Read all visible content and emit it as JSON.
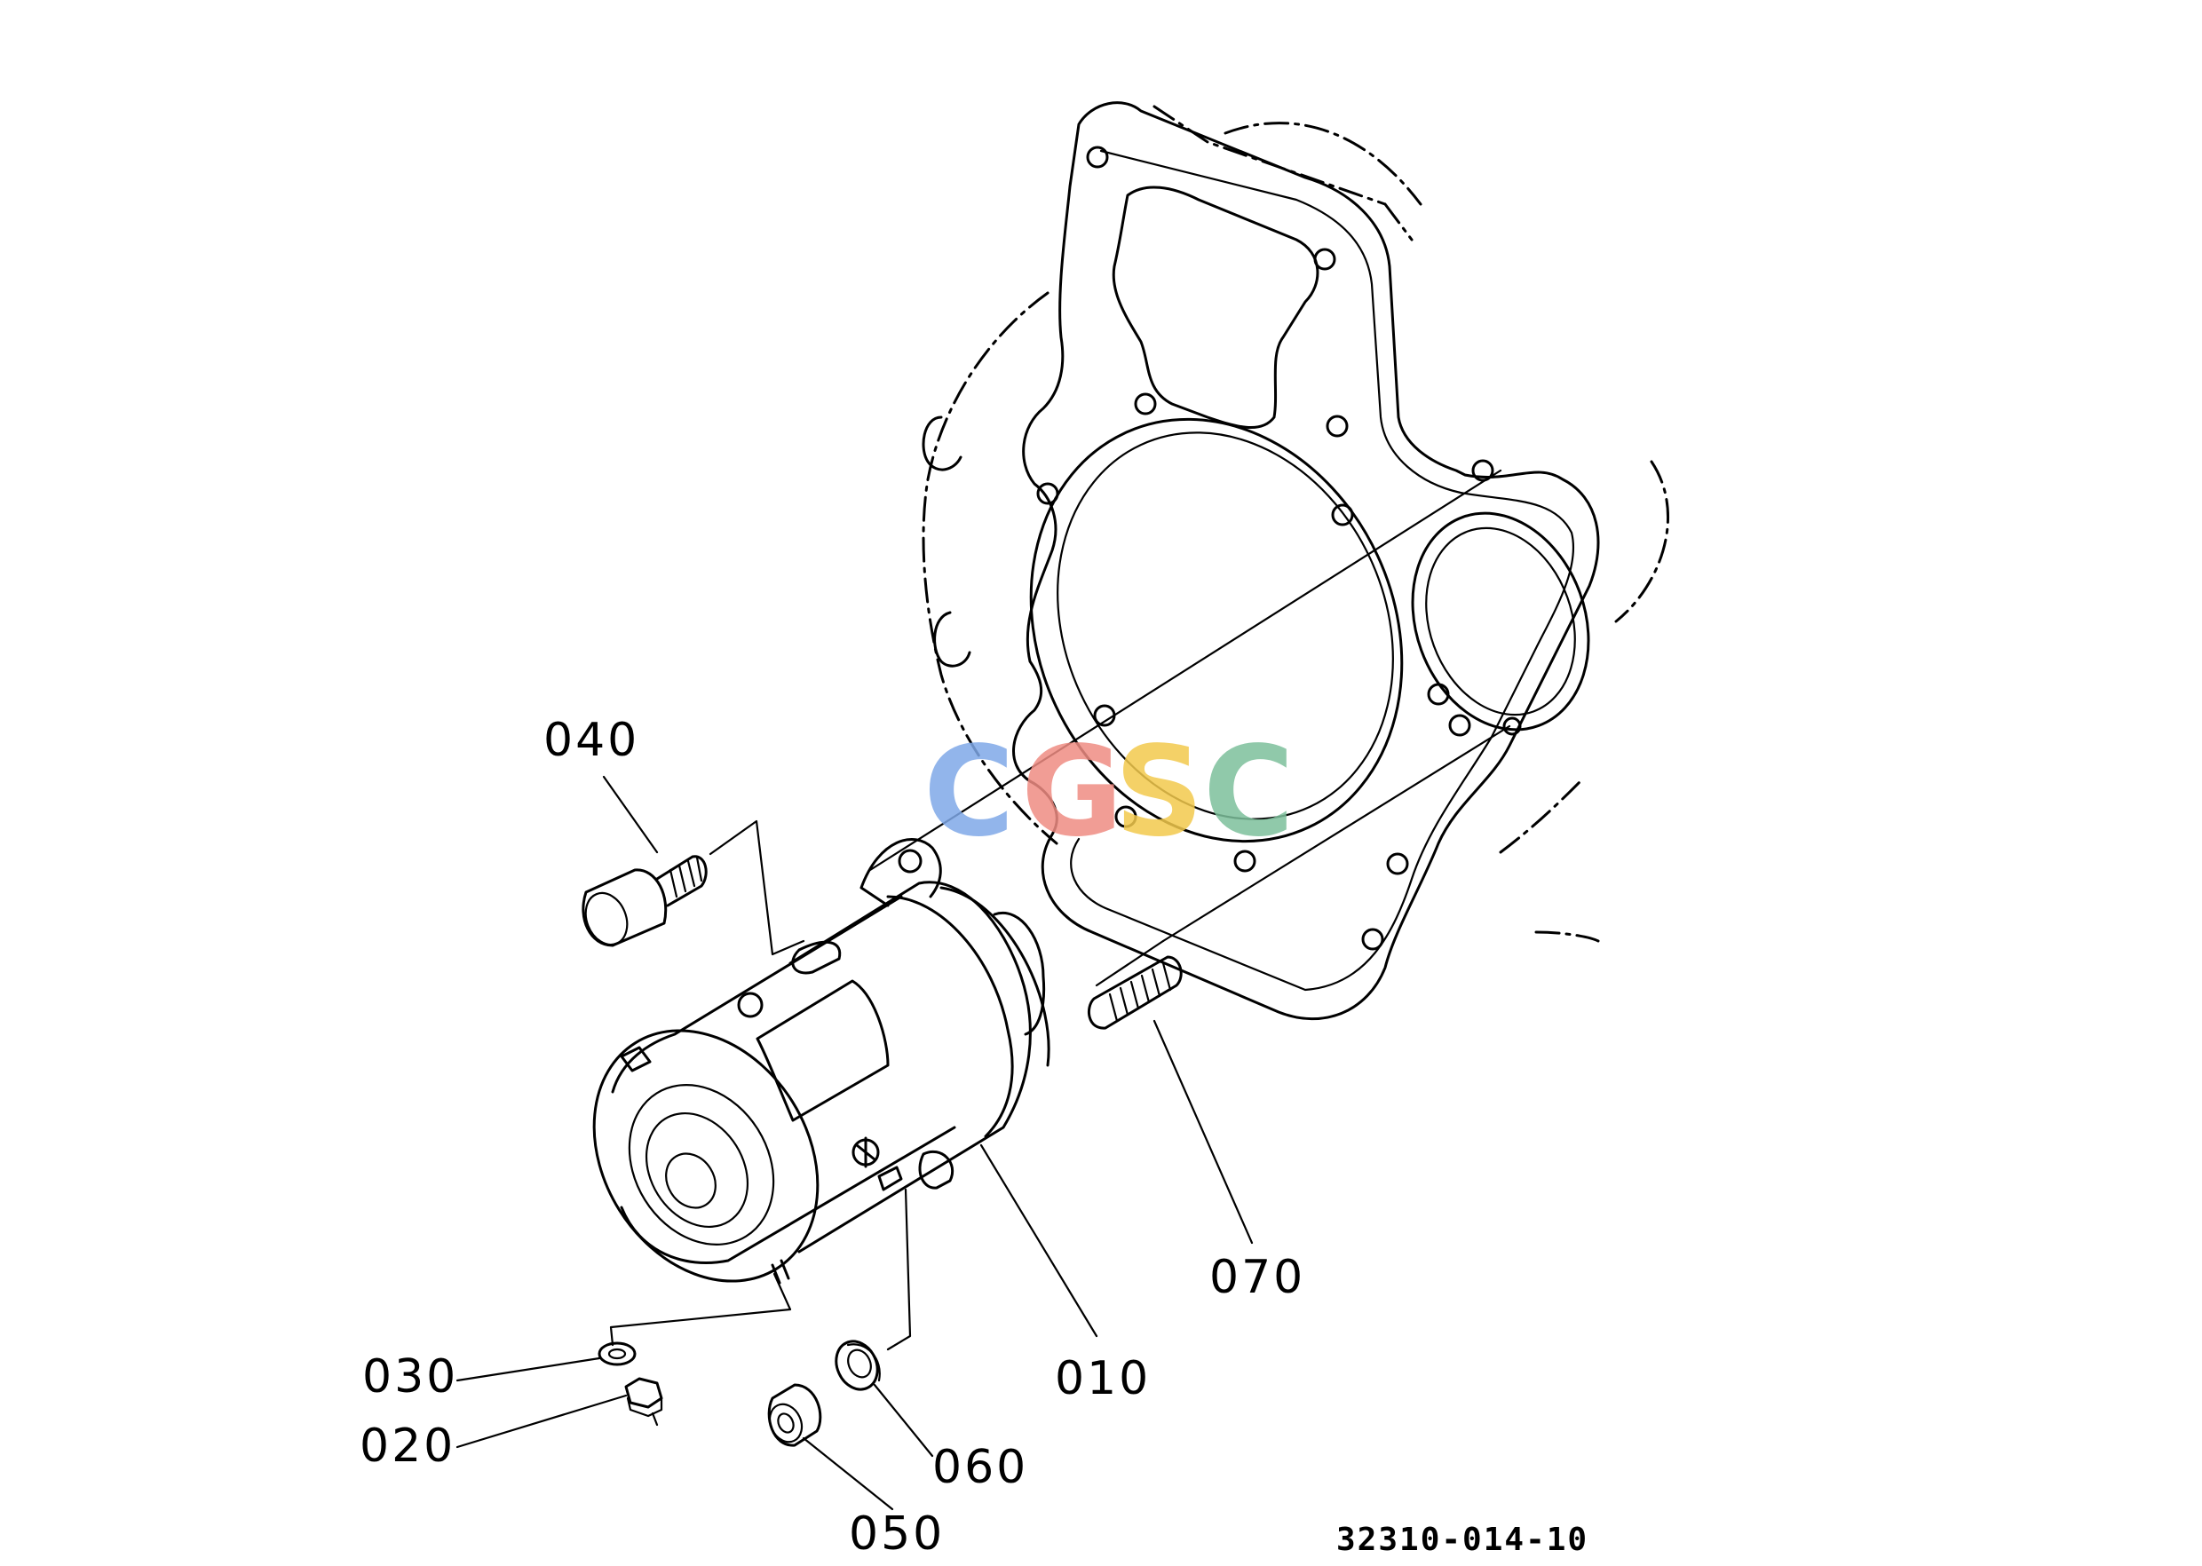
{
  "diagram": {
    "parts": [
      {
        "id": "010"
      },
      {
        "id": "020"
      },
      {
        "id": "030"
      },
      {
        "id": "040"
      },
      {
        "id": "050"
      },
      {
        "id": "060"
      },
      {
        "id": "070"
      }
    ],
    "drawing_code": "32310-014-10",
    "watermark": {
      "text": "CGSC",
      "colors": [
        "#7fa8e8",
        "#ef8c82",
        "#f2c94c",
        "#7dbf9b"
      ]
    }
  }
}
